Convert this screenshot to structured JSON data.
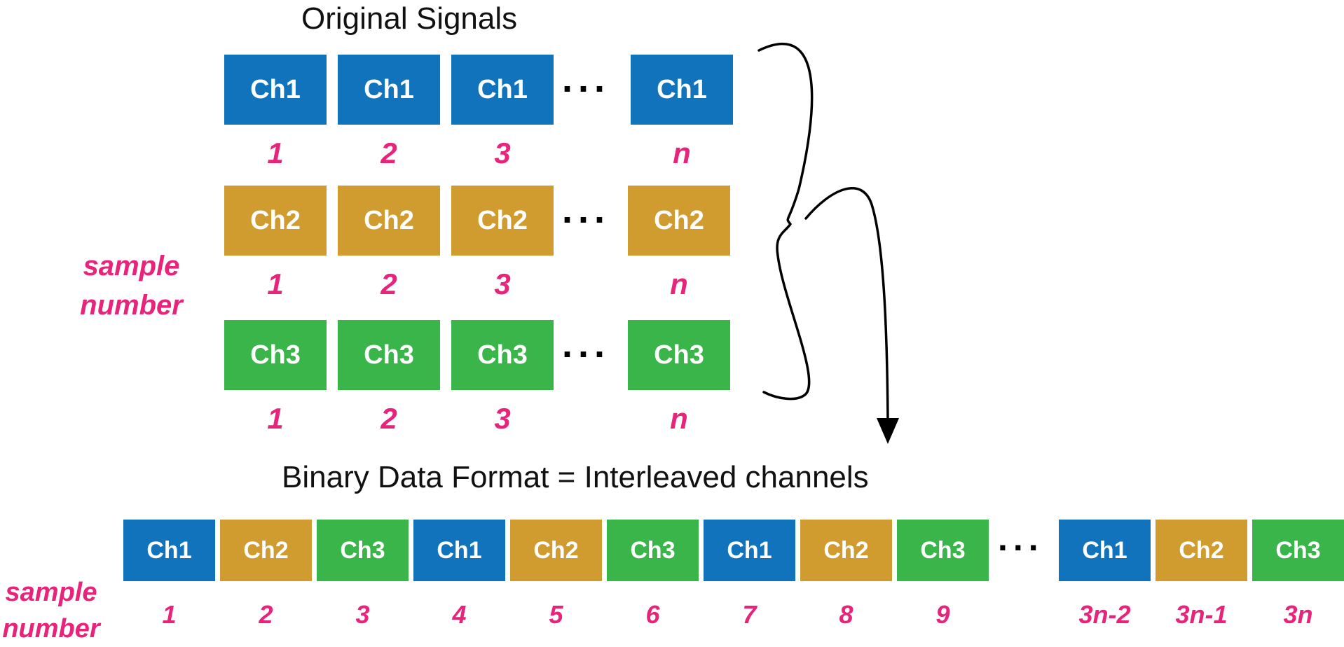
{
  "title_top": "Original Signals",
  "title_bottom": "Binary Data Format = Interleaved channels",
  "label_sample_top": "sample\nnumber",
  "label_sample_bottom": "sample\nnumber",
  "ellipsis": "...",
  "colors": {
    "ch1": "#1273bd",
    "ch2": "#d09b2f",
    "ch3": "#39b54a",
    "sample": "#e8237a",
    "text": "#111111"
  },
  "original_rows": [
    {
      "channel": "Ch1",
      "color_key": "ch1",
      "boxes": [
        "Ch1",
        "Ch1",
        "Ch1",
        "Ch1"
      ],
      "samples": [
        "1",
        "2",
        "3",
        "n"
      ]
    },
    {
      "channel": "Ch2",
      "color_key": "ch2",
      "boxes": [
        "Ch2",
        "Ch2",
        "Ch2",
        "Ch2"
      ],
      "samples": [
        "1",
        "2",
        "3",
        "n"
      ]
    },
    {
      "channel": "Ch3",
      "color_key": "ch3",
      "boxes": [
        "Ch3",
        "Ch3",
        "Ch3",
        "Ch3"
      ],
      "samples": [
        "1",
        "2",
        "3",
        "n"
      ]
    }
  ],
  "interleaved": {
    "boxes": [
      {
        "label": "Ch1",
        "color_key": "ch1",
        "sample": "1"
      },
      {
        "label": "Ch2",
        "color_key": "ch2",
        "sample": "2"
      },
      {
        "label": "Ch3",
        "color_key": "ch3",
        "sample": "3"
      },
      {
        "label": "Ch1",
        "color_key": "ch1",
        "sample": "4"
      },
      {
        "label": "Ch2",
        "color_key": "ch2",
        "sample": "5"
      },
      {
        "label": "Ch3",
        "color_key": "ch3",
        "sample": "6"
      },
      {
        "label": "Ch1",
        "color_key": "ch1",
        "sample": "7"
      },
      {
        "label": "Ch2",
        "color_key": "ch2",
        "sample": "8"
      },
      {
        "label": "Ch3",
        "color_key": "ch3",
        "sample": "9"
      },
      {
        "label": "Ch1",
        "color_key": "ch1",
        "sample": "3n-2"
      },
      {
        "label": "Ch2",
        "color_key": "ch2",
        "sample": "3n-1"
      },
      {
        "label": "Ch3",
        "color_key": "ch3",
        "sample": "3n"
      }
    ]
  }
}
